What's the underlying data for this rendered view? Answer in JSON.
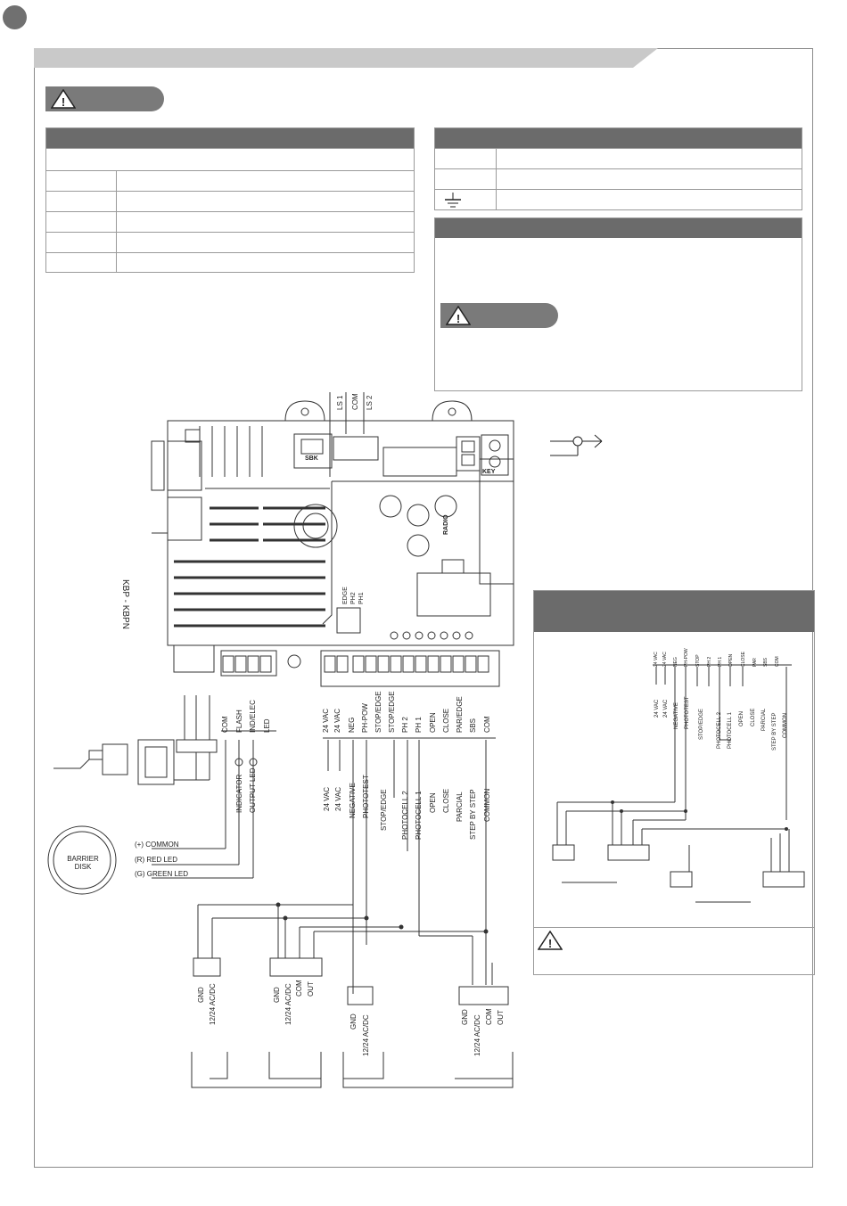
{
  "top_connector": {
    "ls1": "LS 1",
    "com": "COM",
    "ls2": "LS 2"
  },
  "board": {
    "sbk": "SBK",
    "key": "KEY",
    "radio": "RADIO",
    "kbp": "KBP - KBPN",
    "dip": {
      "edge": "EDGE",
      "ph2": "PH2",
      "ph1": "PH1"
    }
  },
  "left_terminals": [
    "COM",
    "FLASH",
    "IND/ELEC",
    "LED"
  ],
  "left_terminal_desc": [
    "INDICATOR",
    "OUTPUT LED"
  ],
  "right_terminals": [
    "24 VAC",
    "24 VAC",
    "NEG",
    "PH-POW",
    "STOP/EDGE",
    "STOP/EDGE",
    "PH 2",
    "PH 1",
    "OPEN",
    "CLOSE",
    "PAR/EDGE",
    "SBS",
    "COM"
  ],
  "right_terminal_desc": [
    "24 VAC",
    "24 VAC",
    "NEGATIVE",
    "PHOTOTEST",
    "STOP/EDGE",
    "PHOTOCELL 2",
    "PHOTOCELL 1",
    "OPEN",
    "CLOSE",
    "PARCIAL",
    "STEP BY STEP",
    "COMMON"
  ],
  "barrier_disk": {
    "label_line1": "BARRIER",
    "label_line2": "DISK",
    "leads": [
      "(+) COMMON",
      "(R) RED LED",
      "(G) GREEN LED"
    ]
  },
  "photocells": {
    "gnd": "GND",
    "supply": "12/24 AC/DC",
    "com": "COM",
    "out": "OUT"
  },
  "inset": {
    "terminals": [
      "24 VAC",
      "24 VAC",
      "NEG",
      "PH-POW",
      "STOP",
      "PH 2",
      "PH 1",
      "OPEN",
      "CLOSE",
      "PAR",
      "SBS",
      "COM"
    ],
    "desc": [
      "24 VAC",
      "24 VAC",
      "NEGATIVE",
      "PHOTOTEST",
      "STOP/EDGE",
      "PHOTOCELL 2",
      "PHOTOCELL 1",
      "OPEN",
      "CLOSE",
      "PARCIAL",
      "STEP BY STEP",
      "COMMON"
    ]
  },
  "colors": {
    "header": "#6b6b6b",
    "warn": "#7a7a7a",
    "banner": "#c9c9c9",
    "line": "#333333"
  }
}
